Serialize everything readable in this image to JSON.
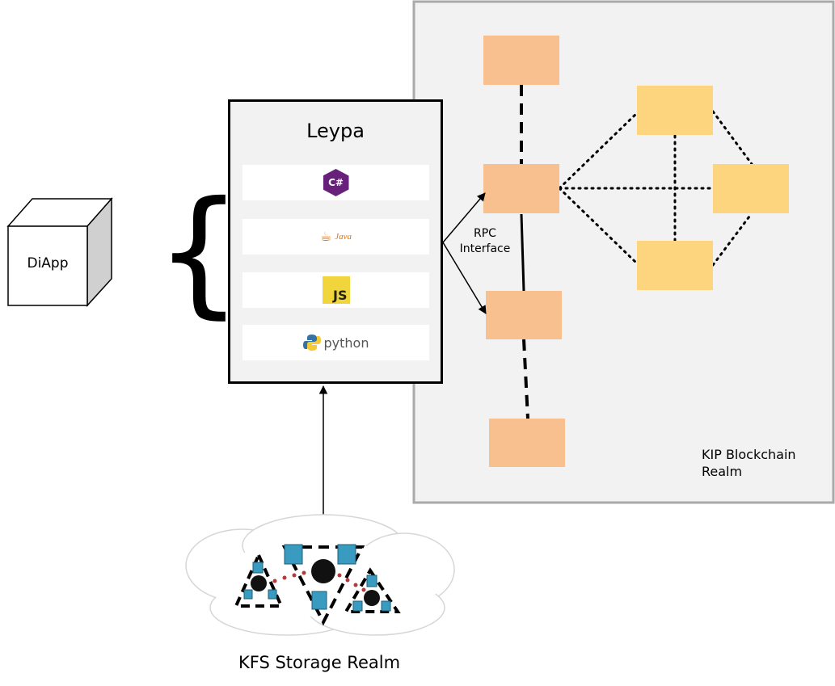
{
  "diapp": {
    "label": "DiApp"
  },
  "leypa": {
    "title": "Leypa",
    "languages": [
      {
        "name": "C#",
        "icon": "csharp-icon",
        "color": "#68217a"
      },
      {
        "name": "Java",
        "icon": "java-icon",
        "color": "#e76f00"
      },
      {
        "name": "JS",
        "icon": "javascript-icon",
        "color": "#f7df1e"
      },
      {
        "name": "python",
        "icon": "python-icon",
        "color": "#3572a5"
      }
    ]
  },
  "rpc": {
    "line1": "RPC",
    "line2": "Interface"
  },
  "kip_realm": {
    "line1": "KIP Blockchain",
    "line2": "Realm"
  },
  "kfs_realm": {
    "label": "KFS Storage Realm"
  },
  "colors": {
    "chain_node": "#f9c08f",
    "validator_node": "#fdd57e",
    "realm_bg": "#f2f2f2",
    "realm_border": "#aaaaaa",
    "storage_node": "#3a9bc0"
  }
}
